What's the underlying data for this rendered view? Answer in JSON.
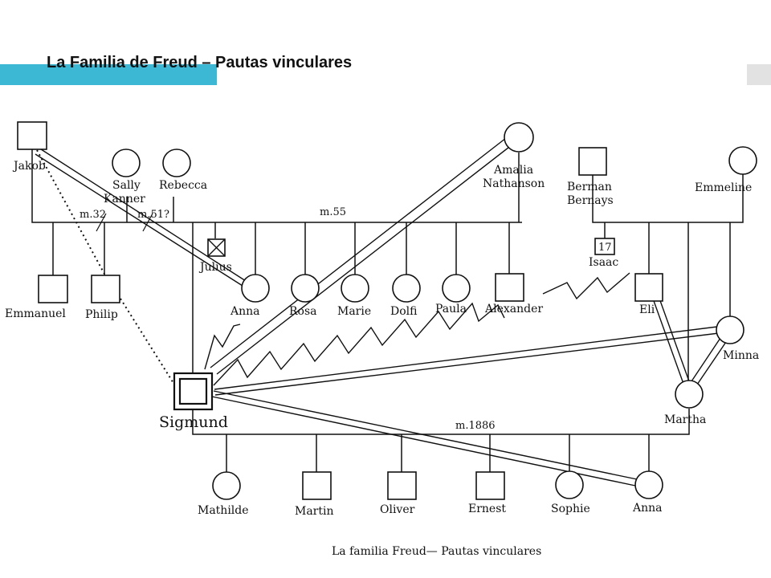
{
  "slide": {
    "title": "La Familia de Freud – Pautas vinculares",
    "accent_color": "#3db8d4"
  },
  "diagram": {
    "caption": "La familia Freud— Pautas vinculares",
    "marriages": {
      "m32": "m.32",
      "m51": "m.51?",
      "m55": "m.55",
      "m1886": "m.1886"
    },
    "people": {
      "jakob": "Jakob",
      "sally": "Sally",
      "kanner": "Kanner",
      "rebecca": "Rebecca",
      "amalia_line1": "Amalia",
      "amalia_line2": "Nathanson",
      "berman_line1": "Berman",
      "berman_line2": "Bernays",
      "emmeline": "Emmeline",
      "julius": "Julius",
      "isaac": "Isaac",
      "isaac_age": "17",
      "emmanuel": "Emmanuel",
      "philip": "Philip",
      "anna": "Anna",
      "rosa": "Rosa",
      "marie": "Marie",
      "dolfi": "Dolfi",
      "paula": "Paula",
      "alexander": "Alexander",
      "eli": "Eli",
      "minna": "Minna",
      "martha": "Martha",
      "sigmund": "Sigmund",
      "mathilde": "Mathilde",
      "martin": "Martin",
      "oliver": "Oliver",
      "ernest": "Ernest",
      "sophie": "Sophie",
      "anna_child": "Anna"
    }
  }
}
